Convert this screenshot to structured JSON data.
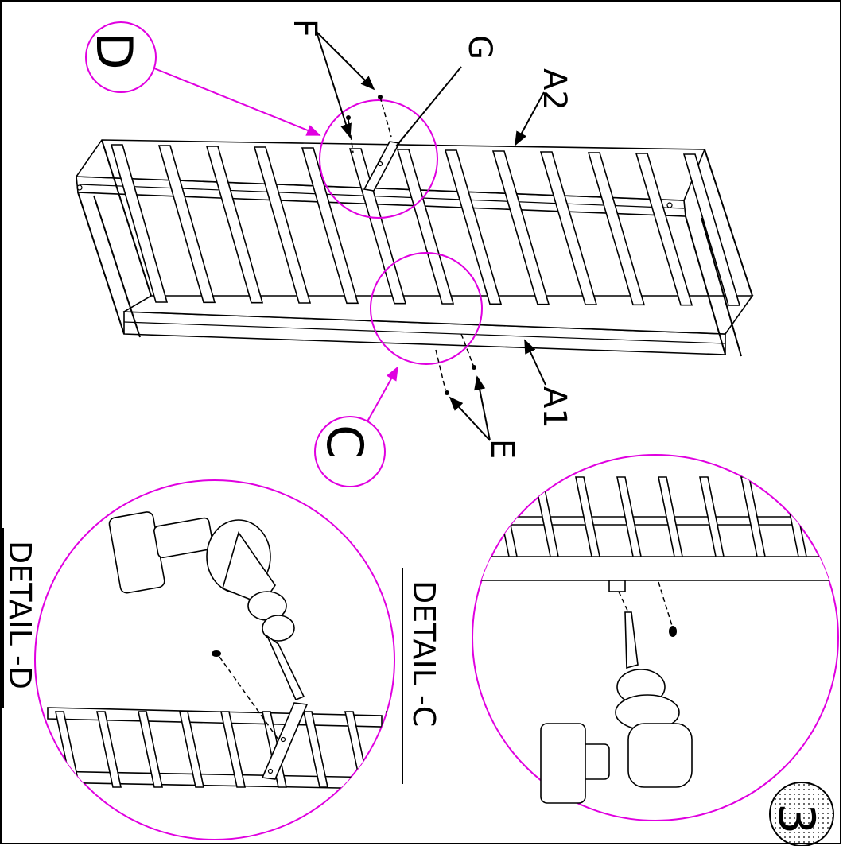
{
  "labels": {
    "f": "F",
    "g": "G",
    "a2": "A2",
    "a1": "A1",
    "e": "E",
    "d": "D",
    "c": "C",
    "detail_c": "DETAIL -C",
    "detail_d": "DETAIL -D",
    "step": "3"
  },
  "colors": {
    "accent": "#e000e0",
    "line": "#000000",
    "background": "#ffffff"
  },
  "icons": {
    "drill": "drill-icon",
    "screw": "screw-icon"
  }
}
